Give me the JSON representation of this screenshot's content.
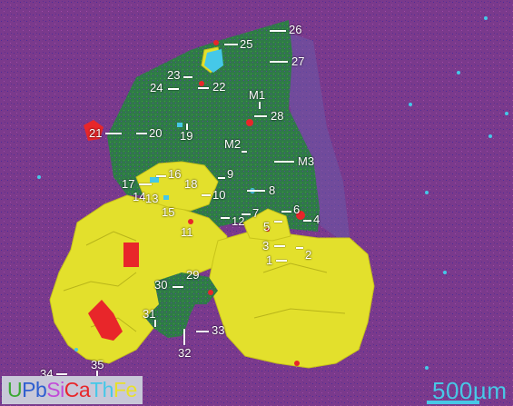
{
  "legend": {
    "elements": [
      {
        "symbol": "U",
        "color": "#3aa832"
      },
      {
        "symbol": "Pb",
        "color": "#2f5fd0"
      },
      {
        "symbol": "Si",
        "color": "#c24ad8"
      },
      {
        "symbol": "Ca",
        "color": "#e8262a"
      },
      {
        "symbol": "Th",
        "color": "#45c8e8"
      },
      {
        "symbol": "Fe",
        "color": "#e8e02a"
      }
    ]
  },
  "scale_bar": {
    "label": "500µm"
  },
  "points": [
    {
      "id": "1"
    },
    {
      "id": "2"
    },
    {
      "id": "3"
    },
    {
      "id": "4"
    },
    {
      "id": "5"
    },
    {
      "id": "6"
    },
    {
      "id": "7"
    },
    {
      "id": "8"
    },
    {
      "id": "9"
    },
    {
      "id": "10"
    },
    {
      "id": "11"
    },
    {
      "id": "12"
    },
    {
      "id": "13"
    },
    {
      "id": "14"
    },
    {
      "id": "15"
    },
    {
      "id": "16"
    },
    {
      "id": "17"
    },
    {
      "id": "18"
    },
    {
      "id": "19"
    },
    {
      "id": "20"
    },
    {
      "id": "21"
    },
    {
      "id": "22"
    },
    {
      "id": "23"
    },
    {
      "id": "24"
    },
    {
      "id": "25"
    },
    {
      "id": "26"
    },
    {
      "id": "27"
    },
    {
      "id": "28"
    },
    {
      "id": "29"
    },
    {
      "id": "30"
    },
    {
      "id": "31"
    },
    {
      "id": "32"
    },
    {
      "id": "33"
    },
    {
      "id": "34"
    },
    {
      "id": "35"
    },
    {
      "id": "M1"
    },
    {
      "id": "M2"
    },
    {
      "id": "M3"
    }
  ],
  "colors": {
    "matrix": "#7a3a8c",
    "core_green": "#2f8a3c",
    "grain_yellow": "#e3e02c",
    "inclusion_red": "#e8262a",
    "inclusion_cyan": "#45c8e8"
  }
}
